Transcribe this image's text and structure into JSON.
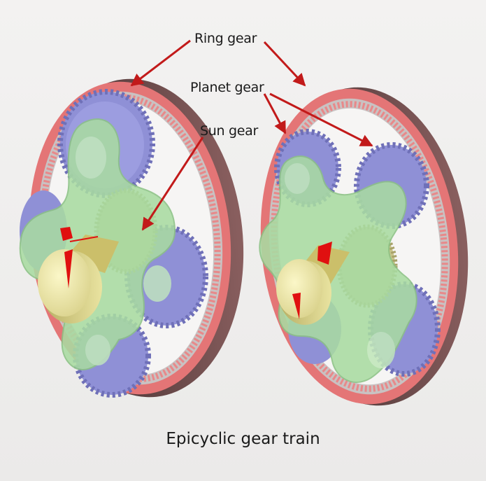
{
  "labels": {
    "ring_gear": "Ring gear",
    "planet_gear": "Planet gear",
    "sun_gear": "Sun gear"
  },
  "caption": "Epicyclic gear train",
  "colors": {
    "background": "#f1f0ef",
    "ring_gear": "#e47576",
    "planet_gear": "#8f90d6",
    "carrier": "#a9dba2",
    "sun_gear": "#c8c48a",
    "shaft": "#f3eeaa",
    "marker": "#e01010",
    "arrow": "#c21a1a"
  }
}
